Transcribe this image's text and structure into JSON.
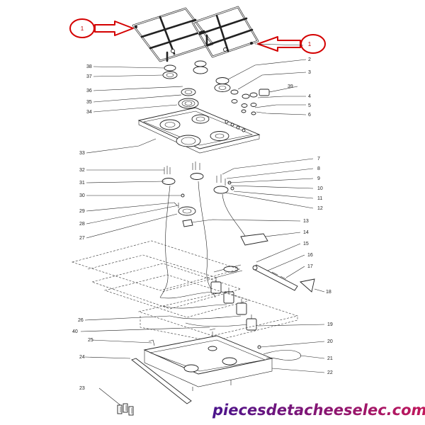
{
  "callouts": [
    "1",
    "2",
    "3",
    "4",
    "5",
    "6",
    "7",
    "8",
    "9",
    "10",
    "11",
    "12",
    "13",
    "14",
    "15",
    "16",
    "17",
    "18",
    "19",
    "20",
    "21",
    "22",
    "23",
    "24",
    "25",
    "26",
    "27",
    "28",
    "29",
    "30",
    "31",
    "32",
    "33",
    "34",
    "35",
    "36",
    "37",
    "38",
    "39",
    "40"
  ],
  "highlight_labels": [
    "1",
    "1"
  ],
  "watermark": "piecesdetacheeselec.com",
  "colors": {
    "highlight": "#d40000",
    "line": "#222222",
    "watermark_start": "#4a148c",
    "watermark_end": "#c2185b"
  }
}
